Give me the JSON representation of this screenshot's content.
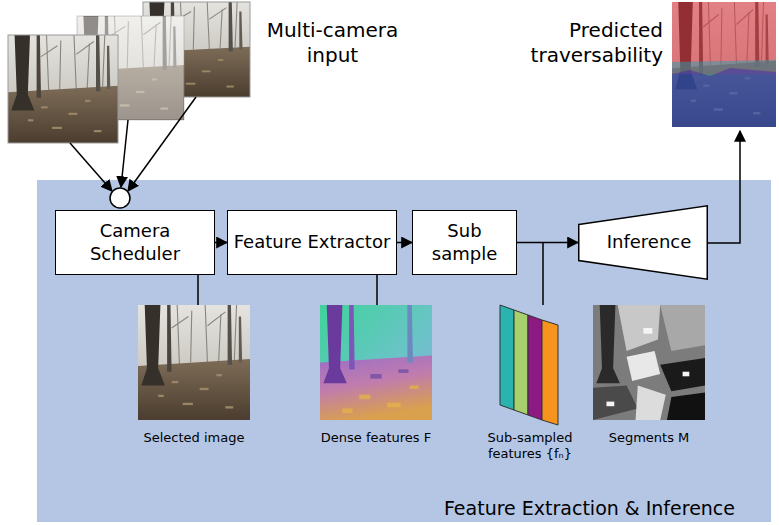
{
  "diagram": {
    "nodes": [
      {
        "text": [
          "Feature Extraction & Inference"
        ]
      },
      {
        "text": [
          "Camera Scheduler"
        ],
        "in": 0
      },
      {
        "text": [
          "Feature Extractor"
        ],
        "in": 0
      },
      {
        "text": [
          "Sub sample"
        ],
        "in": 0
      },
      {
        "text": [
          "Inference"
        ],
        "in": 0
      }
    ],
    "edges": [
      {
        "from": 1,
        "to": 2,
        "arrow": "to"
      },
      {
        "from": 2,
        "to": 3,
        "arrow": "to"
      },
      {
        "from": 3,
        "to": 4,
        "arrow": "to"
      }
    ],
    "labels": [
      "Multi-camera input",
      "Predicted traversability",
      "Selected image",
      "Dense features F",
      "Sub-sampled features {fₙ}",
      "Segments M"
    ]
  }
}
